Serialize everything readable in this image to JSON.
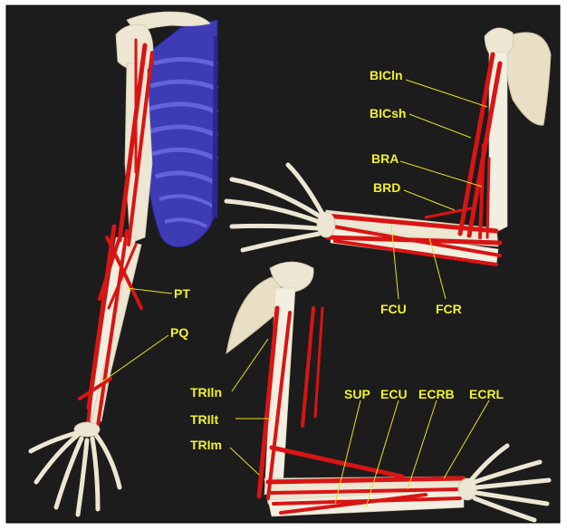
{
  "labels": {
    "pt": "PT",
    "pq": "PQ",
    "bicln": "BICln",
    "bicsh": "BICsh",
    "bra": "BRA",
    "brd": "BRD",
    "fcu": "FCU",
    "fcr": "FCR",
    "triln": "TRIln",
    "trilt": "TRIlt",
    "trim": "TRIm",
    "sup": "SUP",
    "ecu": "ECU",
    "ecrb": "ECRB",
    "ecrl": "ECRL"
  },
  "colors": {
    "background": "#1c1c1c",
    "frame": "#ffffff",
    "muscle": "#d91414",
    "bone": "#ece6d2",
    "ribcage": "#3e3cb4",
    "label": "#f2f22a"
  }
}
